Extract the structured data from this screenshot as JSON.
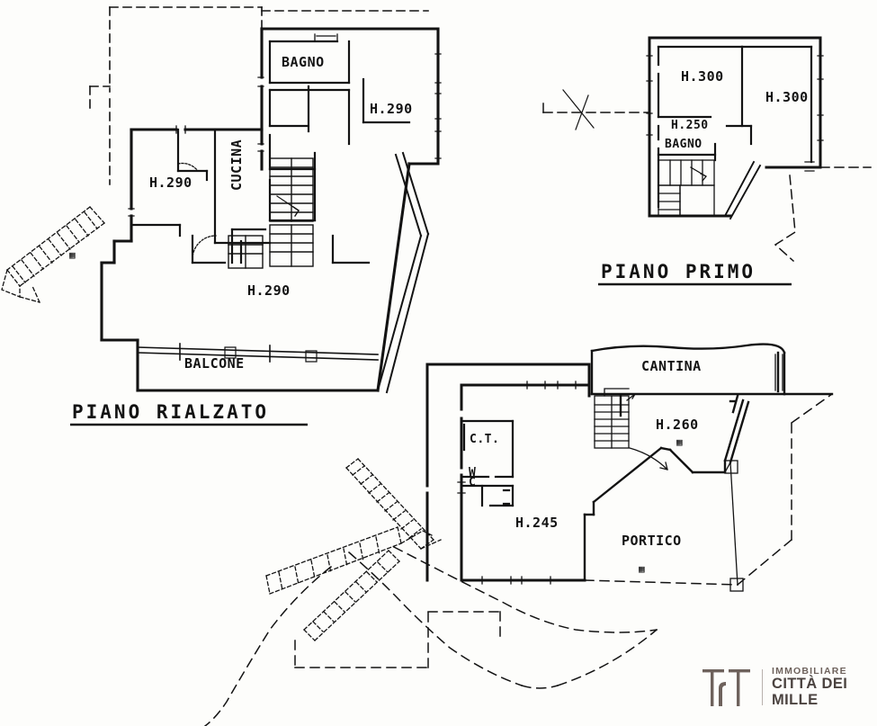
{
  "document": {
    "type": "architectural-floor-plan-scan",
    "language": "it"
  },
  "plans": [
    {
      "id": "piano-rialzato",
      "title": "PIANO  RIALZATO",
      "rooms": [
        {
          "name": "H.290",
          "kind": "height-note"
        },
        {
          "name": "CUCINA",
          "kind": "kitchen"
        },
        {
          "name": "BAGNO",
          "kind": "bathroom"
        },
        {
          "name": "H.290",
          "kind": "height-note"
        },
        {
          "name": "H.290",
          "kind": "height-note"
        },
        {
          "name": "BALCONE",
          "kind": "balcony"
        }
      ]
    },
    {
      "id": "piano-primo",
      "title": "PIANO  PRIMO",
      "rooms": [
        {
          "name": "H.300",
          "kind": "height-note"
        },
        {
          "name": "H.300",
          "kind": "height-note"
        },
        {
          "name": "H.250",
          "kind": "height-note"
        },
        {
          "name": "BAGNO",
          "kind": "bathroom"
        }
      ]
    },
    {
      "id": "piano-seminterrato",
      "title": "",
      "rooms": [
        {
          "name": "CANTINA",
          "kind": "cellar"
        },
        {
          "name": "H.260",
          "kind": "height-note"
        },
        {
          "name": "C.T.",
          "kind": "boiler-room"
        },
        {
          "name": "WC",
          "kind": "wc"
        },
        {
          "name": "H.245",
          "kind": "height-note"
        },
        {
          "name": "PORTICO",
          "kind": "portico"
        }
      ]
    }
  ],
  "labels": {
    "rialzato_h290_left": "H.290",
    "rialzato_cucina": "CUCINA",
    "rialzato_bagno": "BAGNO",
    "rialzato_h290_topright": "H.290",
    "rialzato_h290_center": "H.290",
    "rialzato_balcone": "BALCONE",
    "rialzato_title": "PIANO  RIALZATO",
    "primo_h300_left": "H.300",
    "primo_h300_right": "H.300",
    "primo_h250": "H.250",
    "primo_bagno": "BAGNO",
    "primo_title": "PIANO  PRIMO",
    "interrato_cantina": "CANTINA",
    "interrato_h260": "H.260",
    "interrato_ct": "C.T.",
    "interrato_wc_w": "W",
    "interrato_wc_c": "C",
    "interrato_h245": "H.245",
    "interrato_portico": "PORTICO"
  },
  "logo": {
    "monogram": "TrT",
    "line1": "IMMOBILIARE",
    "line2": "CITTÀ DEI MILLE",
    "mark_color": "#6e625c",
    "text_color_top": "#6e625c",
    "text_color_bottom": "#4b4340"
  },
  "colors": {
    "paper": "#fdfdfb",
    "ink": "#131313",
    "ink_light": "#6a6a6a"
  }
}
